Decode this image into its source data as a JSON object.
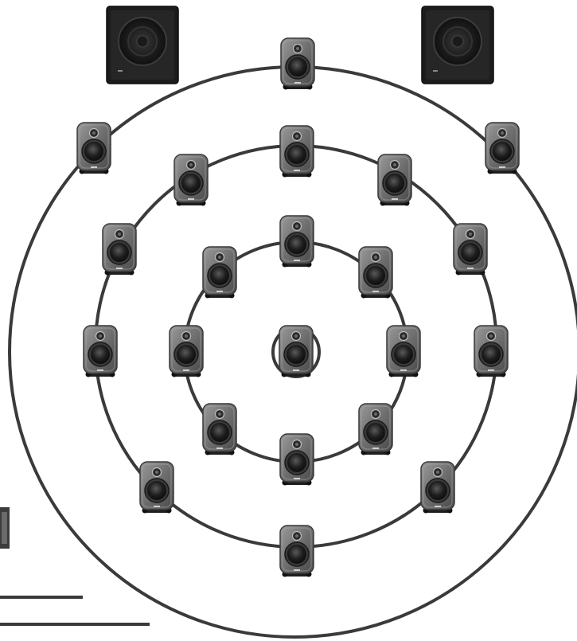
{
  "diagram": {
    "rings": [
      {
        "name": "inner-ring"
      },
      {
        "name": "middle-ring"
      },
      {
        "name": "outer-ring"
      }
    ],
    "speakers": [
      {
        "name": "speaker-top-center"
      },
      {
        "name": "speaker-outer-left-top"
      },
      {
        "name": "speaker-outer-right-top"
      },
      {
        "name": "speaker-middle-top"
      },
      {
        "name": "speaker-middle-upper-left"
      },
      {
        "name": "speaker-middle-upper-right"
      },
      {
        "name": "speaker-middle-left-upper"
      },
      {
        "name": "speaker-middle-right-upper"
      },
      {
        "name": "speaker-middle-left"
      },
      {
        "name": "speaker-middle-right"
      },
      {
        "name": "speaker-inner-top"
      },
      {
        "name": "speaker-inner-upper-left"
      },
      {
        "name": "speaker-inner-upper-right"
      },
      {
        "name": "speaker-inner-left"
      },
      {
        "name": "speaker-center"
      },
      {
        "name": "speaker-inner-right"
      },
      {
        "name": "speaker-inner-lower-left"
      },
      {
        "name": "speaker-inner-lower-right"
      },
      {
        "name": "speaker-inner-bottom"
      },
      {
        "name": "speaker-middle-lower-left"
      },
      {
        "name": "speaker-middle-lower-right"
      },
      {
        "name": "speaker-middle-bottom"
      }
    ],
    "subwoofers": [
      {
        "name": "subwoofer-left"
      },
      {
        "name": "subwoofer-right"
      }
    ],
    "colors": {
      "ring": "#3a3a3a",
      "speaker_body": "#7a7a7a",
      "speaker_dark": "#2b2b2b",
      "subwoofer": "#1c1c1c"
    }
  }
}
